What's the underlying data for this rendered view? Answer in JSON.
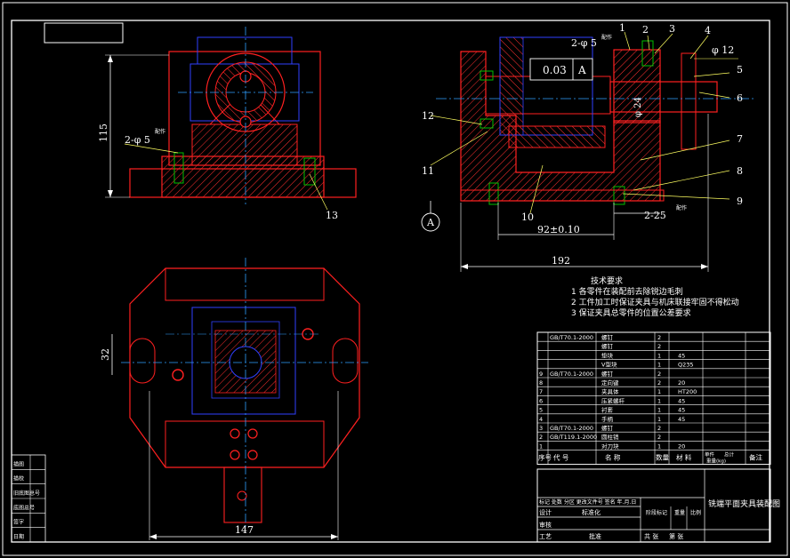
{
  "colors": {
    "background": "#000000",
    "frame": "#ffffff",
    "part_outline": "#ff2020",
    "hatch": "#ff3030",
    "hidden": "#3040ff",
    "center": "#30a0ff",
    "leader": "#ffff60",
    "fastener": "#00c000",
    "dimension": "#ffffff"
  },
  "dimensions": {
    "height_115": "115",
    "holes_left": "2-φ 5",
    "holes_left_note": "配作",
    "holes_top": "2-φ 5",
    "holes_top_note": "配作",
    "tolerance_frame_value": "0.03",
    "tolerance_frame_datum": "A",
    "diameter_12": "φ 12",
    "diameter_24": "φ 24",
    "center_distance": "92±0.10",
    "overall_192": "192",
    "holes_bottom": "2-25",
    "holes_bottom_note": "配作",
    "width_32": "32",
    "width_147": "147",
    "datum_label": "A"
  },
  "balloons": {
    "b1": "1",
    "b2": "2",
    "b3": "3",
    "b4": "4",
    "b5": "5",
    "b6": "6",
    "b7": "7",
    "b8": "8",
    "b9": "9",
    "b10": "10",
    "b11": "11",
    "b12": "12",
    "b13": "13"
  },
  "technical_requirements": {
    "heading": "技术要求",
    "items": [
      "1 各零件在装配前去除锐边毛刺",
      "2 工件加工时保证夹具与机床联接牢固不得松动",
      "3 保证夹具总零件的位置公差要求"
    ]
  },
  "bom": {
    "rows": [
      {
        "no": "",
        "code": "GB/T70.1-2000",
        "name": "螺钉",
        "qty": "2",
        "material": "",
        "note": ""
      },
      {
        "no": "",
        "code": "",
        "name": "螺钉",
        "qty": "2",
        "material": "",
        "note": ""
      },
      {
        "no": "",
        "code": "",
        "name": "垫块",
        "qty": "1",
        "material": "45",
        "note": ""
      },
      {
        "no": "",
        "code": "",
        "name": "V型块",
        "qty": "1",
        "material": "Q235",
        "note": ""
      },
      {
        "no": "9",
        "code": "GB/T70.1-2000",
        "name": "螺钉",
        "qty": "2",
        "material": "",
        "note": ""
      },
      {
        "no": "8",
        "code": "",
        "name": "定向键",
        "qty": "2",
        "material": "20",
        "note": ""
      },
      {
        "no": "7",
        "code": "",
        "name": "夹具体",
        "qty": "1",
        "material": "HT200",
        "note": ""
      },
      {
        "no": "6",
        "code": "",
        "name": "压紧螺杆",
        "qty": "1",
        "material": "45",
        "note": ""
      },
      {
        "no": "5",
        "code": "",
        "name": "衬套",
        "qty": "1",
        "material": "45",
        "note": ""
      },
      {
        "no": "4",
        "code": "",
        "name": "手柄",
        "qty": "1",
        "material": "45",
        "note": ""
      },
      {
        "no": "3",
        "code": "GB/T70.1-2000",
        "name": "螺钉",
        "qty": "2",
        "material": "",
        "note": ""
      },
      {
        "no": "2",
        "code": "GB/T119.1-2000",
        "name": "圆柱销",
        "qty": "2",
        "material": "",
        "note": ""
      },
      {
        "no": "1",
        "code": "",
        "name": "对刀块",
        "qty": "1",
        "material": "20",
        "note": ""
      }
    ],
    "header": {
      "no": "序号",
      "code": "代  号",
      "name": "名  称",
      "qty": "数量",
      "material": "材  料",
      "unit_weight": "单件",
      "total_weight": "总计",
      "weight": "重量(kg)",
      "note": "备注"
    }
  },
  "title_block": {
    "drawing_name": "铣端平面夹具装配图",
    "design": "设计",
    "standardization": "标准化",
    "stage_mark": "阶段标记",
    "weight": "重量",
    "scale": "比例",
    "marks_row": "标记 处数  分区  更改文件号  签名  年.月.日",
    "review": "审核",
    "process": "工艺",
    "approve": "批准",
    "sheets_total": "共  张",
    "sheet_no": "第  张"
  },
  "left_strip": {
    "items": [
      "描图",
      "描校",
      "旧底图总号",
      "底图总号",
      "签字",
      "日期"
    ]
  }
}
